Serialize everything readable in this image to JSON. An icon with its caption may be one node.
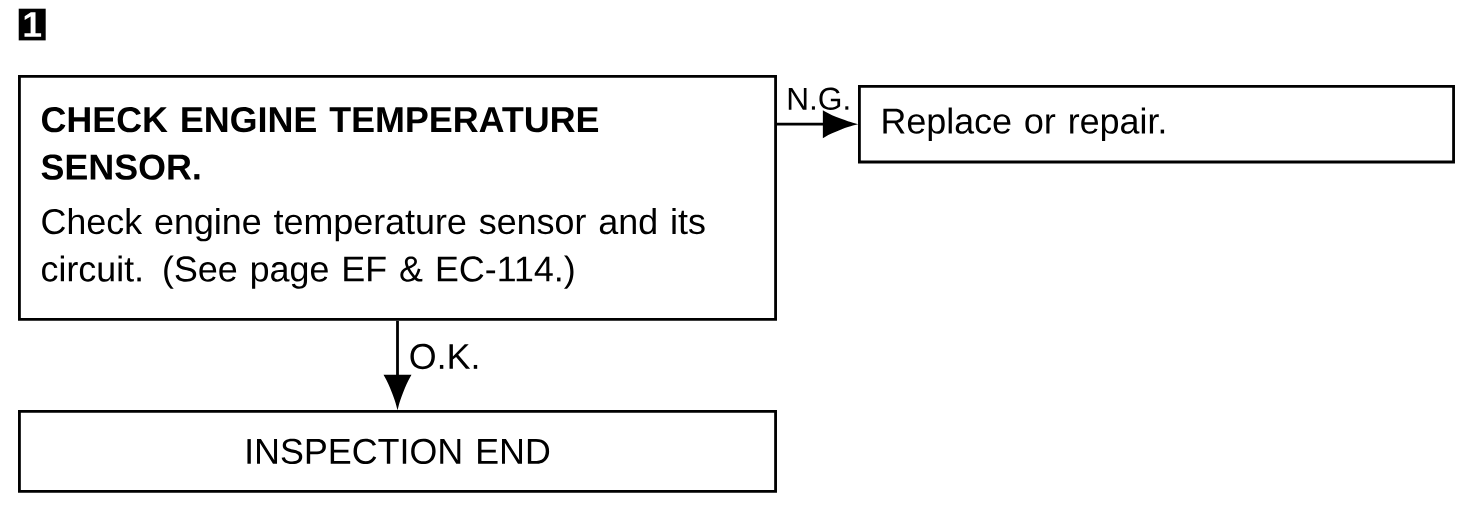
{
  "diagram": {
    "nodes": [
      {
        "text": [
          "CHECK ENGINE TEMPERATURE SENSOR.",
          "Check engine temperature sensor and its circuit. (See page EF & EC-114.)"
        ]
      },
      {
        "text": [
          "Replace or repair."
        ]
      },
      {
        "text": [
          "INSPECTION END"
        ]
      }
    ],
    "edges": [
      {
        "from": 0,
        "to": 1,
        "arrow": "to",
        "label": "N.G."
      },
      {
        "from": 0,
        "to": 2,
        "arrow": "to",
        "label": "O.K."
      }
    ],
    "labels": [
      "1"
    ]
  }
}
